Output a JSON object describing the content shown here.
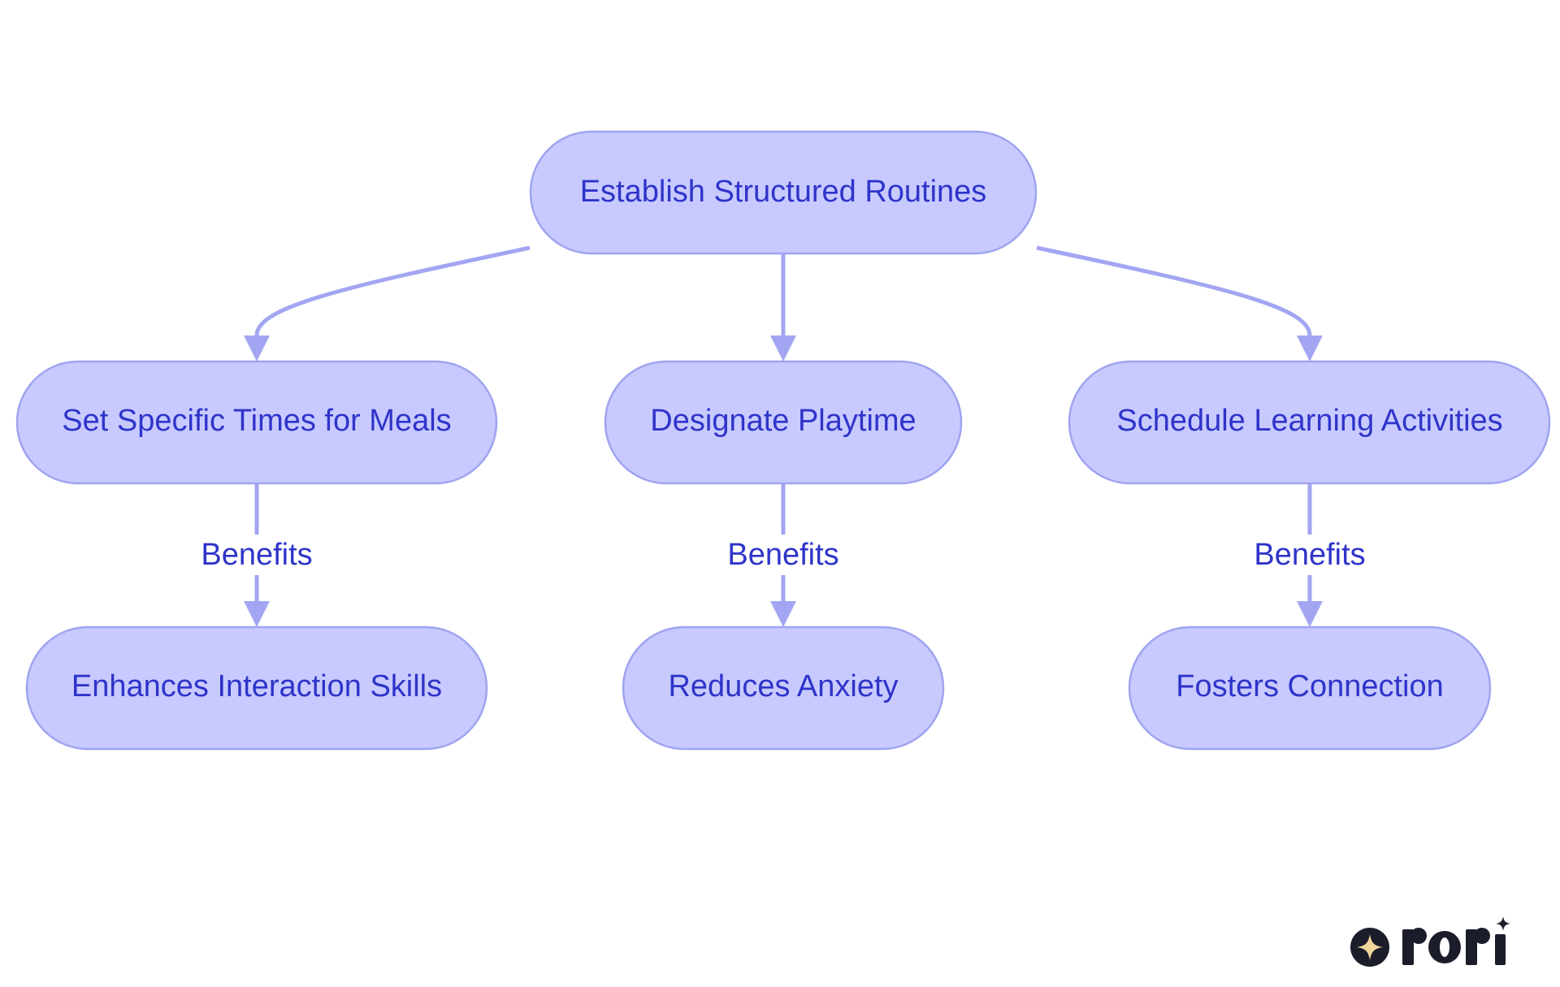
{
  "diagram": {
    "nodes": {
      "root": "Establish Structured Routines",
      "meals": "Set Specific Times for Meals",
      "playtime": "Designate Playtime",
      "learning": "Schedule Learning Activities",
      "interaction": "Enhances Interaction Skills",
      "anxiety": "Reduces Anxiety",
      "connection": "Fosters Connection"
    },
    "edges": [
      {
        "from": "root",
        "to": "meals",
        "label": ""
      },
      {
        "from": "root",
        "to": "playtime",
        "label": ""
      },
      {
        "from": "root",
        "to": "learning",
        "label": ""
      },
      {
        "from": "meals",
        "to": "interaction",
        "label": "Benefits"
      },
      {
        "from": "playtime",
        "to": "anxiety",
        "label": "Benefits"
      },
      {
        "from": "learning",
        "to": "connection",
        "label": "Benefits"
      }
    ]
  },
  "logo": {
    "text": "rori",
    "icon": "sparkle-icon"
  },
  "colors": {
    "node_fill": "#c8caff",
    "node_stroke": "#9fa4f0",
    "text": "#2f34c9",
    "edge": "#a2a6f2",
    "logo": "#1c1d2b",
    "sparkle": "#f2d59a"
  }
}
